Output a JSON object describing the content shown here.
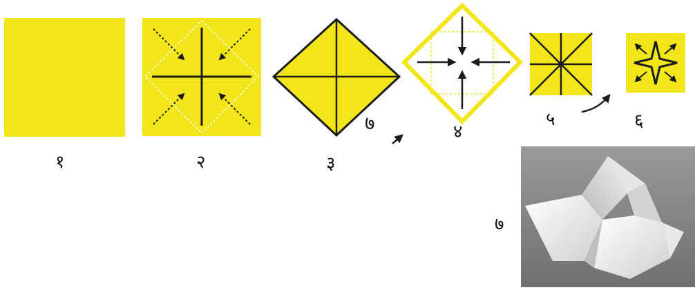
{
  "paper_color": "#F2E51A",
  "line_color": "#1a1a1a",
  "dotted_color": "#ffffff",
  "photo_bg_color": "#8a8a8a",
  "steps": [
    {
      "number": "१",
      "label": "१"
    },
    {
      "number": "२",
      "label": "२"
    },
    {
      "number": "३",
      "label": "३"
    },
    {
      "number": "४",
      "label": "४"
    },
    {
      "number": "५",
      "label": "५"
    },
    {
      "number": "६",
      "label": "६"
    },
    {
      "number": "७",
      "label": "७"
    }
  ],
  "step_markers": {
    "before_step_4": "७"
  },
  "icons": {
    "fold_arrow": "arrow-icon",
    "star": "four-point-star-icon"
  }
}
